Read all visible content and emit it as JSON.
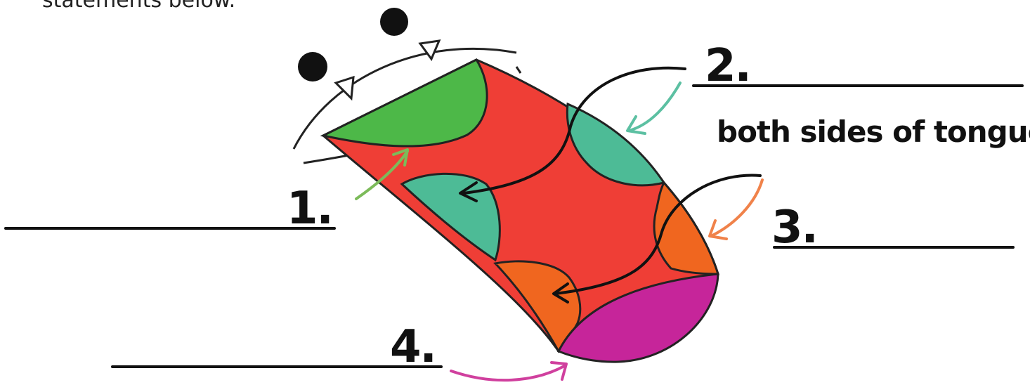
{
  "intro_text": "statements below.",
  "labels": {
    "one": "1.",
    "two": "2.",
    "three": "3.",
    "four": "4."
  },
  "note_two": "both sides of tongue",
  "colors": {
    "tongue": "#ef3e36",
    "tip_region": "#4db848",
    "side_front": "#4dbb96",
    "side_back": "#f0661f",
    "back_region": "#c6259a",
    "arrow_green": "#7cbb5a",
    "arrow_teal": "#5cc0a2",
    "arrow_orange": "#f0824a",
    "arrow_magenta": "#d0409e",
    "ink": "#111111"
  }
}
